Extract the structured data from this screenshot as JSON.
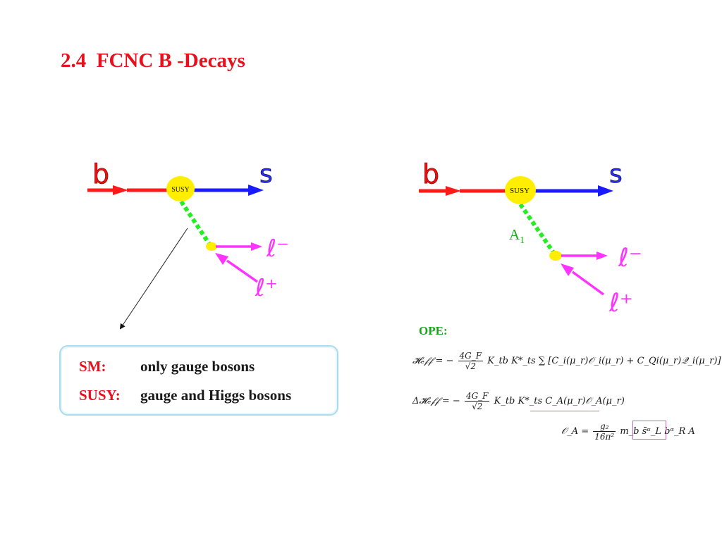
{
  "slide": {
    "title": "2.4  FCNC B -Decays"
  },
  "diagram_left": {
    "quark_in": "b",
    "quark_out": "s",
    "vertex_label": "SUSY",
    "lepton_minus": "ℓ⁻",
    "lepton_plus": "ℓ⁺"
  },
  "diagram_right": {
    "quark_in": "b",
    "quark_out": "s",
    "vertex_label": "SUSY",
    "boson_label": "A",
    "boson_subscript": "1",
    "lepton_minus": "ℓ⁻",
    "lepton_plus": "ℓ⁺"
  },
  "infobox": {
    "sm_key": "SM:",
    "sm_value": "only gauge bosons",
    "susy_key": "SUSY:",
    "susy_value": "gauge and Higgs bosons"
  },
  "ope": {
    "label": "OPE:",
    "eq1_lhs": "𝓗ₑ𝒻𝒻 = −",
    "eq1_num": "4G_F",
    "eq1_den": "√2",
    "eq1_rhs": "K_tb K*_ts  ∑ [C_i(μ_r)𝒪_i(μ_r) + C_Qi(μ_r)𝒬_i(μ_r)]",
    "eq2_lhs": "Δ𝓗ₑ𝒻𝒻 = −",
    "eq2_num": "4G_F",
    "eq2_den": "√2",
    "eq2_rhs": "K_tb K*_ts C_A(μ_r)𝒪_A(μ_r)",
    "eq3_lhs": "𝒪_A =",
    "eq3_num": "g₂",
    "eq3_den": "16π²",
    "eq3_rhs": "m_b s̄ᵅ_L bᵅ_R A"
  },
  "colors": {
    "title": "#e8101c",
    "quark_in_line": "#ff1a1a",
    "quark_out_line": "#1a1aff",
    "vertex": "#ffee00",
    "boson_line": "#22ee22",
    "lepton_line": "#ff33ff",
    "highlight": "#d060c0"
  }
}
